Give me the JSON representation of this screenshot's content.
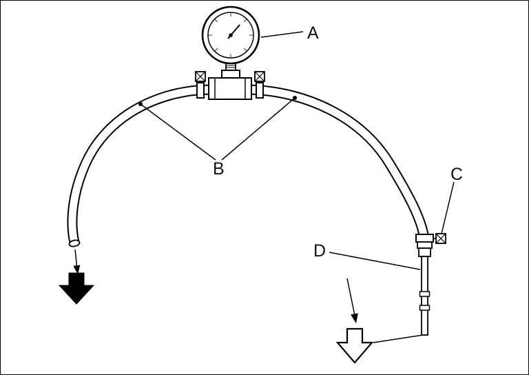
{
  "figure": {
    "background": "#ffffff",
    "stroke_color": "#000000"
  },
  "callouts": {
    "a": {
      "label": "A",
      "part": "pressure-gauge"
    },
    "b": {
      "label": "B",
      "part": "hoses"
    },
    "c": {
      "label": "C",
      "part": "hose-clamp"
    },
    "d": {
      "label": "D",
      "part": "bleed-tube"
    }
  }
}
